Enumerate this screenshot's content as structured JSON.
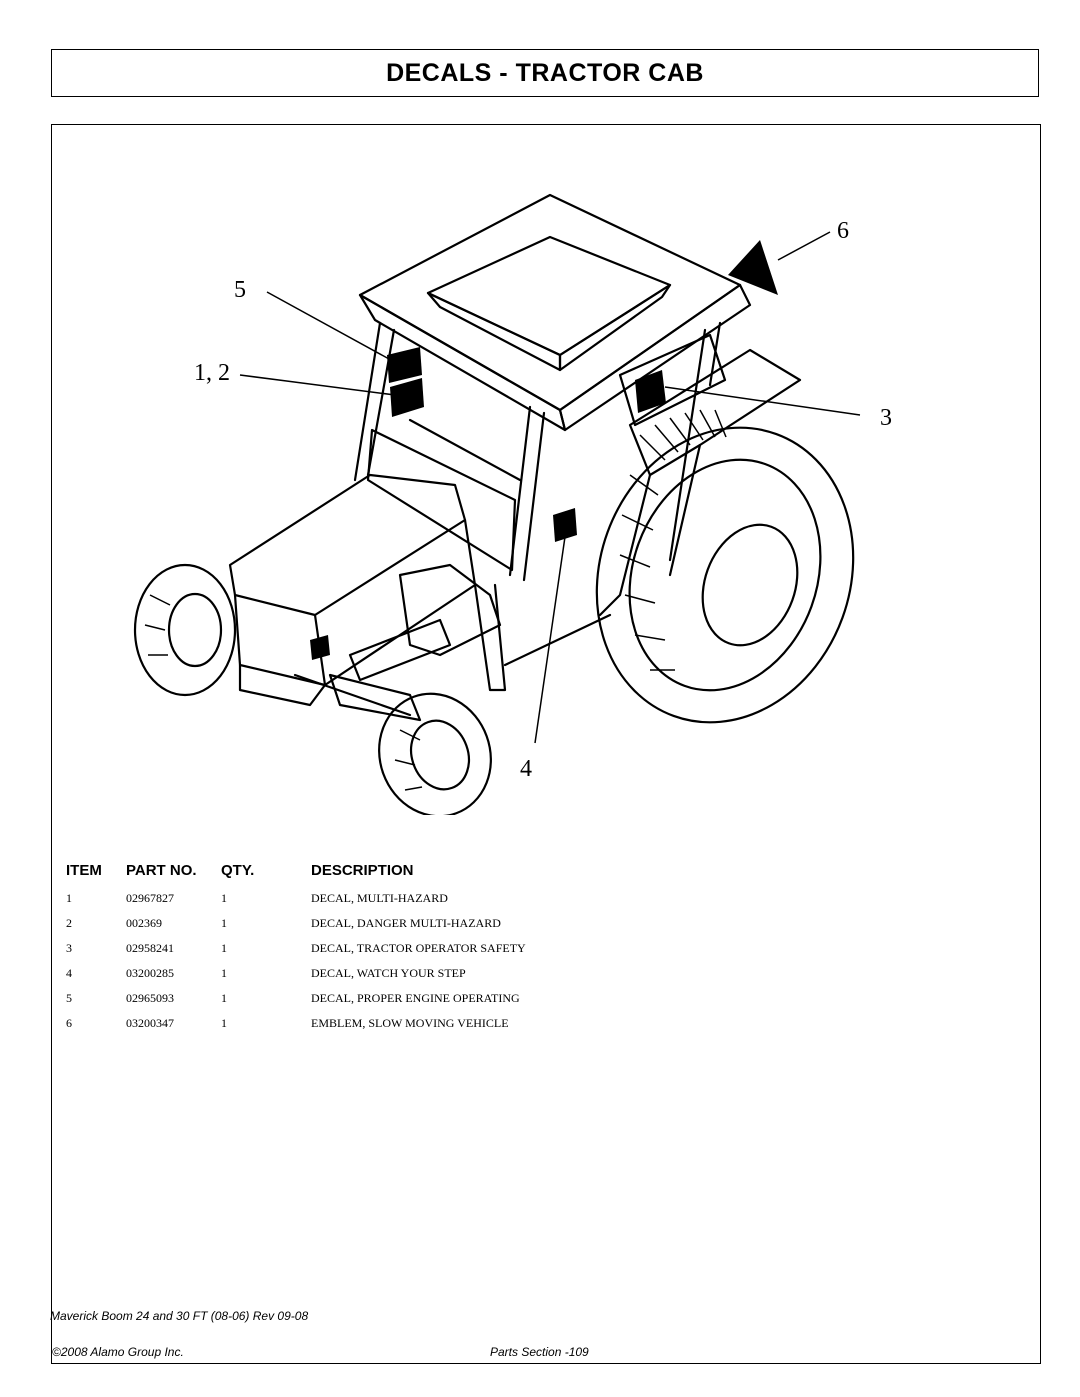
{
  "header": {
    "title": "DECALS - TRACTOR CAB"
  },
  "figure": {
    "callouts": [
      "5",
      "1, 2",
      "6",
      "3",
      "4"
    ]
  },
  "parts_table": {
    "columns": [
      "ITEM",
      "PART NO.",
      "QTY.",
      "DESCRIPTION"
    ],
    "rows": [
      {
        "item": "1",
        "part_no": "02967827",
        "qty": "1",
        "description": "DECAL, MULTI-HAZARD"
      },
      {
        "item": "2",
        "part_no": "002369",
        "qty": "1",
        "description": "DECAL, DANGER MULTI-HAZARD"
      },
      {
        "item": "3",
        "part_no": "02958241",
        "qty": "1",
        "description": "DECAL, TRACTOR OPERATOR SAFETY"
      },
      {
        "item": "4",
        "part_no": "03200285",
        "qty": "1",
        "description": "DECAL, WATCH YOUR STEP"
      },
      {
        "item": "5",
        "part_no": "02965093",
        "qty": "1",
        "description": "DECAL, PROPER ENGINE OPERATING"
      },
      {
        "item": "6",
        "part_no": "03200347",
        "qty": "1",
        "description": "EMBLEM, SLOW MOVING VEHICLE"
      }
    ]
  },
  "footer": {
    "manual": "Maverick Boom 24 and 30 FT (08-06) Rev 09-08",
    "copyright": "©2008 Alamo Group Inc.",
    "page": "Parts Section -109"
  }
}
